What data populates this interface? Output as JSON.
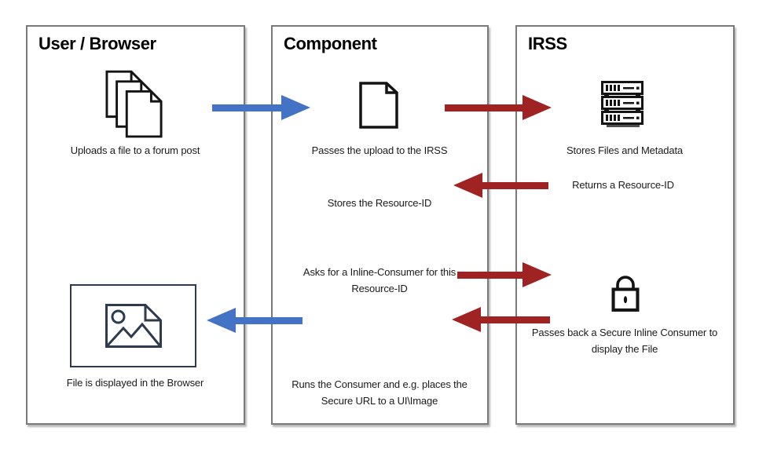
{
  "colors": {
    "arrow_blue": "#4472C4",
    "arrow_red": "#A02323",
    "box_border": "#7A7A7A",
    "icon_ink": "#141414",
    "image_icon_ink": "#2E3B4E",
    "text": "#1B1B1B"
  },
  "columns": [
    {
      "title": "User / Browser"
    },
    {
      "title": "Component"
    },
    {
      "title": "IRSS"
    }
  ],
  "labels": {
    "uploads_file": "Uploads a file to a forum post",
    "file_displayed": "File is displayed in the Browser",
    "passes_upload": "Passes the upload to the IRSS",
    "stores_resource_id": "Stores the Resource-ID",
    "asks_inline_consumer": "Asks for a Inline-Consumer for this Resource-ID",
    "runs_consumer": "Runs the Consumer and e.g. places the Secure URL to a UI\\Image",
    "stores_files_metadata": "Stores Files and Metadata",
    "returns_resource_id": "Returns a Resource-ID",
    "passes_back_consumer": "Passes back a Secure Inline Consumer to display the File"
  }
}
